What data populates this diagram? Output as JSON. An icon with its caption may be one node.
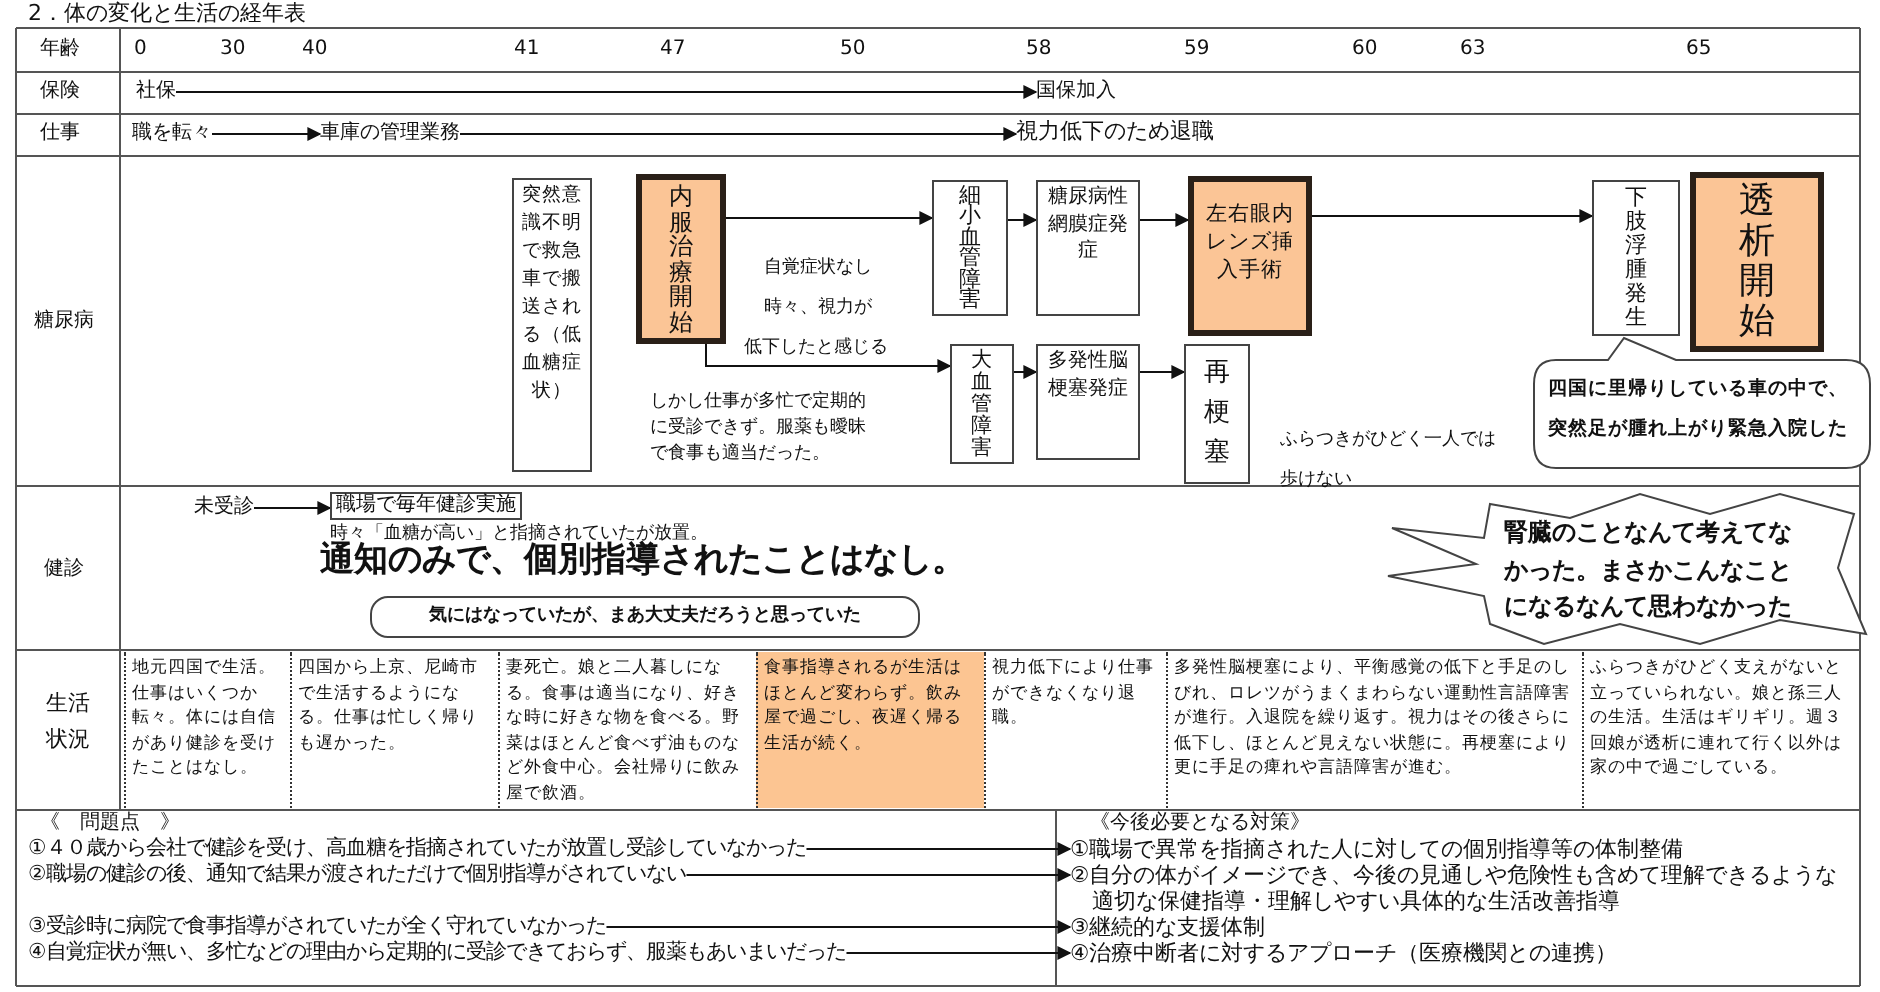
{
  "diagram": {
    "title": "2．体の変化と生活の経年表",
    "nodes": [
      {
        "text": [
          "社保"
        ]
      },
      {
        "text": [
          "国保加入"
        ]
      },
      {
        "text": [
          "職を転々"
        ]
      },
      {
        "text": [
          "車庫の管理業務"
        ]
      },
      {
        "text": [
          "視力低下のため退職"
        ]
      },
      {
        "text": [
          "突然意識不明で救急車で搬送される（低血糖症状）"
        ]
      },
      {
        "text": [
          "内服治療開始"
        ]
      },
      {
        "text": [
          "細小血管障害"
        ]
      },
      {
        "text": [
          "糖尿病性網膜症発症"
        ]
      },
      {
        "text": [
          "左右眼内レンズ挿入手術"
        ]
      },
      {
        "text": [
          "下肢浮腫発生"
        ]
      },
      {
        "text": [
          "透析開始"
        ]
      },
      {
        "text": [
          "大血管障害"
        ]
      },
      {
        "text": [
          "多発性脳梗塞発症"
        ]
      },
      {
        "text": [
          "再梗塞"
        ]
      },
      {
        "text": [
          "四国に里帰りしている車の中で、突然足が腫れ上がり緊急入院した"
        ]
      },
      {
        "text": [
          "未受診"
        ]
      },
      {
        "text": [
          "職場で毎年健診実施"
        ]
      },
      {
        "text": [
          "気にはなっていたが、まあ大丈夫だろうと思っていた"
        ]
      },
      {
        "text": [
          "腎臓のことなんて考えてなかった。まさかこんなことになるなんて思わなかった"
        ]
      },
      {
        "text": [
          "①４０歳から会社で健診を受け、高血糖を指摘されていたが放置し受診していなかった"
        ]
      },
      {
        "text": [
          "②職場の健診の後、通知で結果が渡されただけで個別指導がされていない"
        ]
      },
      {
        "text": [
          "③受診時に病院で食事指導がされていたが全く守れていなかった"
        ]
      },
      {
        "text": [
          "④自覚症状が無い、多忙などの理由から定期的に受診できておらず、服薬もあいまいだった"
        ]
      },
      {
        "text": [
          "①職場で異常を指摘された人に対しての個別指導等の体制整備"
        ]
      },
      {
        "text": [
          "②自分の体がイメージでき、今後の見通しや危険性も含めて理解できるような適切な保健指導・理解しやすい具体的な生活改善指導"
        ]
      },
      {
        "text": [
          "③継続的な支援体制"
        ]
      },
      {
        "text": [
          "④治療中断者に対するアプローチ（医療機関との連携）"
        ]
      }
    ],
    "edges": [
      {
        "from": 0,
        "to": 1,
        "arrow": "to"
      },
      {
        "from": 2,
        "to": 3,
        "arrow": "to"
      },
      {
        "from": 3,
        "to": 4,
        "arrow": "to"
      },
      {
        "from": 6,
        "to": 7,
        "arrow": "to"
      },
      {
        "from": 6,
        "to": 12,
        "arrow": "to"
      },
      {
        "from": 7,
        "to": 8,
        "arrow": "to"
      },
      {
        "from": 8,
        "to": 9,
        "arrow": "to"
      },
      {
        "from": 9,
        "to": 10,
        "arrow": "to"
      },
      {
        "from": 12,
        "to": 13,
        "arrow": "to"
      },
      {
        "from": 13,
        "to": 14,
        "arrow": "to"
      },
      {
        "from": 16,
        "to": 17,
        "arrow": "to"
      },
      {
        "from": 20,
        "to": 24,
        "arrow": "to"
      },
      {
        "from": 21,
        "to": 25,
        "arrow": "to"
      },
      {
        "from": 22,
        "to": 26,
        "arrow": "to"
      },
      {
        "from": 23,
        "to": 27,
        "arrow": "to"
      }
    ],
    "labels": [
      "年齢",
      "0",
      "30",
      "40",
      "41",
      "47",
      "50",
      "58",
      "59",
      "60",
      "63",
      "65",
      "保険",
      "仕事",
      "糖尿病",
      "自覚症状なし",
      "時々、視力が",
      "低下したと感じる",
      "しかし仕事が多忙で定期的に受診できず。服薬も曖昧で食事も適当だった。",
      "ふらつきがひどく一人では歩けない",
      "健診",
      "時々「血糖が高い」と指摘されていたが放置。",
      "通知のみで、個別指導されたことはなし。",
      "生活状況",
      "地元四国で生活。仕事はいくつか転々。体には自信があり健診を受けたことはなし。",
      "四国から上京、尼崎市で生活するようになる。仕事は忙しく帰りも遅かった。",
      "妻死亡。娘と二人暮しになる。食事は適当になり、好きな時に好きな物を食べる。野菜はほとんど食べず油ものなど外食中心。会社帰りに飲み屋で飲酒。",
      "食事指導されるが生活はほとんど変わらず。飲み屋で過ごし、夜遅く帰る生活が続く。",
      "視力低下により仕事ができなくなり退職。",
      "多発性脳梗塞により、平衡感覚の低下と手足のしびれ、ロレツがうまくまわらない運動性言語障害が進行。入退院を繰り返す。視力はその後さらに低下し、ほとんど見えない状態に。再梗塞により更に手足の痺れや言語障害が進む。",
      "ふらつきがひどく支えがないと立っていられない。娘と孫三人の生活。生活はギリギリ。週３回娘が透析に連れて行く以外は家の中で過ごしている。",
      "《　問題点　》",
      "《今後必要となる対策》"
    ]
  }
}
